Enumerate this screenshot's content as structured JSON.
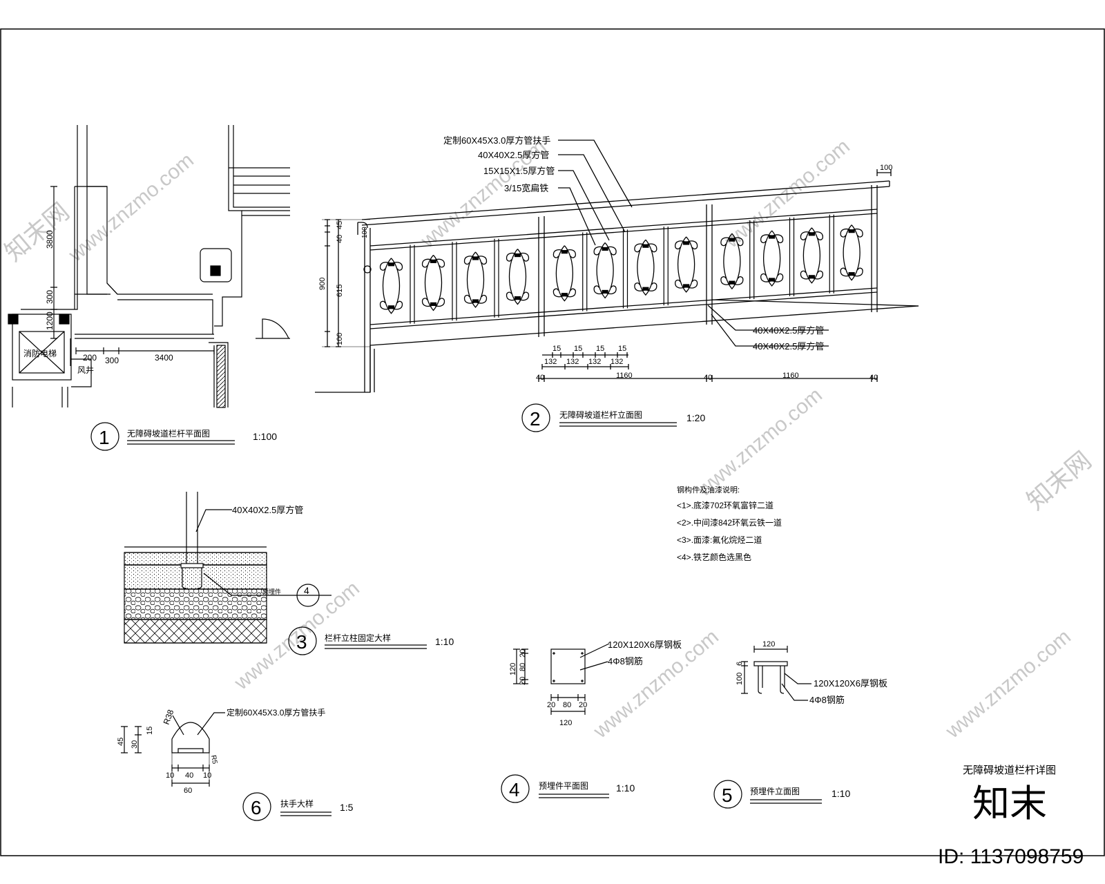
{
  "plan": {
    "dims": [
      "3800",
      "300",
      "1200",
      "200",
      "300",
      "3400"
    ],
    "room_label": "消防电梯",
    "shaft_label": "风井",
    "title": "无障碍坡道栏杆平面图",
    "number": "1",
    "scale": "1:100"
  },
  "elevation": {
    "callouts": [
      "定制60X45X3.0厚方管扶手",
      "40X40X2.5厚方管",
      "15X15X1.5厚方管",
      "3/15宽扁铁"
    ],
    "post_callouts": [
      "40X40X2.5厚方管",
      "40X40X2.5厚方管"
    ],
    "height_dims": [
      "45",
      "40",
      "615",
      "100",
      "900"
    ],
    "top_dim": "100",
    "bar_dims": [
      "15",
      "15",
      "15",
      "15"
    ],
    "spacing_dims": [
      "132",
      "132",
      "132",
      "132"
    ],
    "span_dims": [
      "40",
      "1160",
      "40",
      "1160",
      "40"
    ],
    "dim_small": "100",
    "title": "无障碍坡道栏杆立面图",
    "number": "2",
    "scale": "1:20"
  },
  "notes": {
    "heading": "钢构件及油漆说明:",
    "items": [
      "<1>.底漆702环氧富锌二道",
      "<2>.中间漆842环氧云铁一道",
      "<3>.面漆:氟化烷烃二道",
      "<4>.铁艺颜色选黑色"
    ]
  },
  "post_detail": {
    "callout": "40X40X2.5厚方管",
    "embed_label": "预埋件",
    "ref_number": "4",
    "title": "栏杆立柱固定大样",
    "number": "3",
    "scale": "1:10"
  },
  "plate_plan": {
    "callouts": [
      "120X120X6厚钢板",
      "4Φ8钢筋"
    ],
    "left_dims": [
      "20",
      "80",
      "20",
      "120"
    ],
    "bottom_dims": [
      "20",
      "80",
      "20",
      "120"
    ],
    "title": "预埋件平面图",
    "number": "4",
    "scale": "1:10"
  },
  "plate_elev": {
    "top_dim": "120",
    "left_dims": [
      "6",
      "100"
    ],
    "callouts": [
      "120X120X6厚钢板",
      "4Φ8钢筋"
    ],
    "title": "预埋件立面图",
    "number": "5",
    "scale": "1:10"
  },
  "handrail": {
    "callout": "定制60X45X3.0厚方管扶手",
    "radius_dim": "R38",
    "small_radius": "R5",
    "left_dims": [
      "45",
      "15",
      "30"
    ],
    "bottom_dims": [
      "10",
      "40",
      "10",
      "60"
    ],
    "title": "扶手大样",
    "number": "6",
    "scale": "1:5"
  },
  "sheet_title": "无障碍坡道栏杆详图",
  "watermark": {
    "logo": "知末",
    "id": "ID: 1137098759",
    "site": "www.znzmo.com",
    "brand": "知末网"
  }
}
